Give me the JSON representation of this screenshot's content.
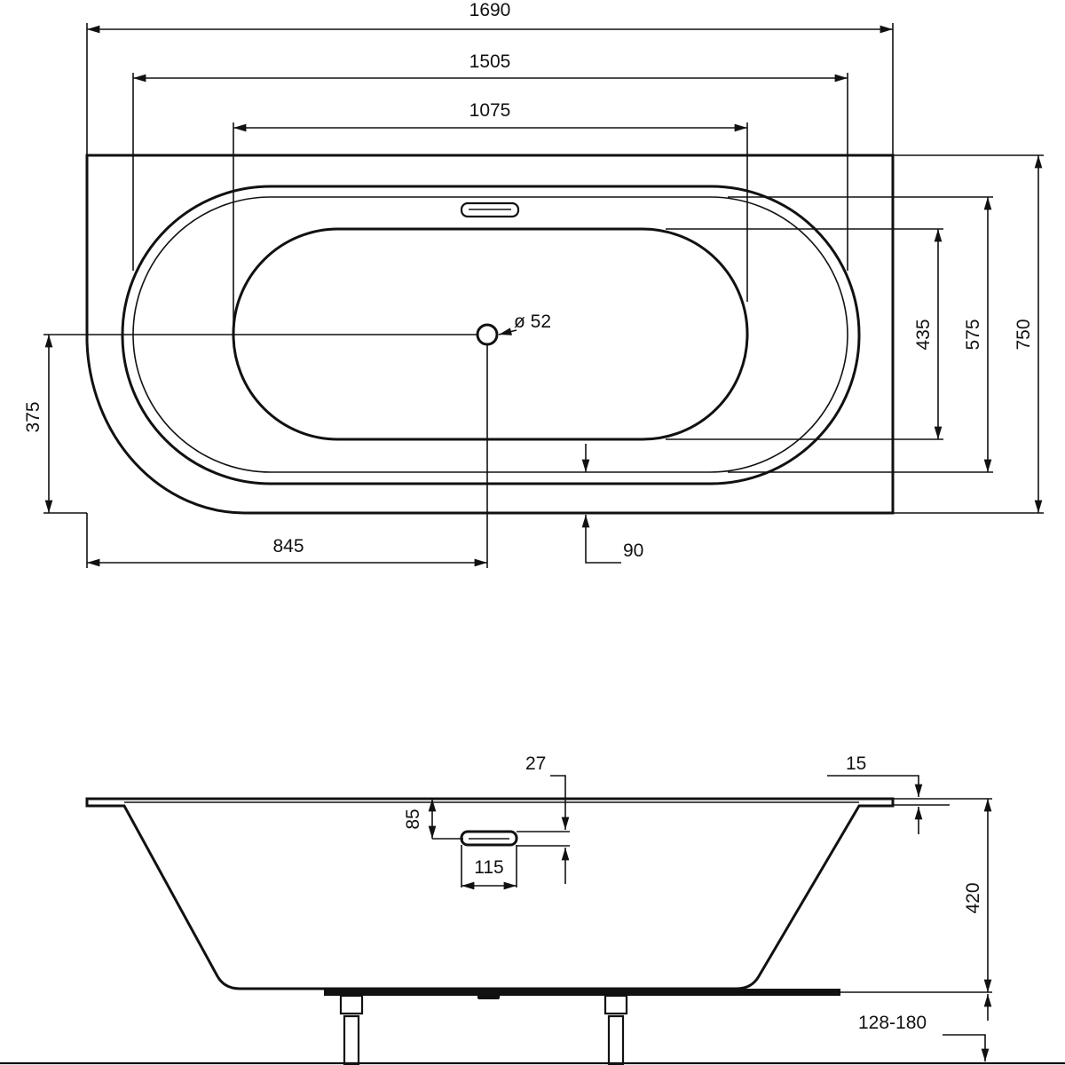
{
  "top_view": {
    "dim_total_length": "1690",
    "dim_rim_length": "1505",
    "dim_basin_length": "1075",
    "dim_total_width": "750",
    "dim_rim_width": "575",
    "dim_basin_width": "435",
    "dim_drain_offset_y": "375",
    "dim_drain_offset_x": "845",
    "dim_drain_diameter": "ø 52",
    "dim_rim_edge": "90"
  },
  "side_view": {
    "dim_overflow_depth": "85",
    "dim_overflow_width": "115",
    "dim_overflow_height": "27",
    "dim_rim_thickness": "15",
    "dim_height": "420",
    "dim_leg_height": "128-180"
  }
}
